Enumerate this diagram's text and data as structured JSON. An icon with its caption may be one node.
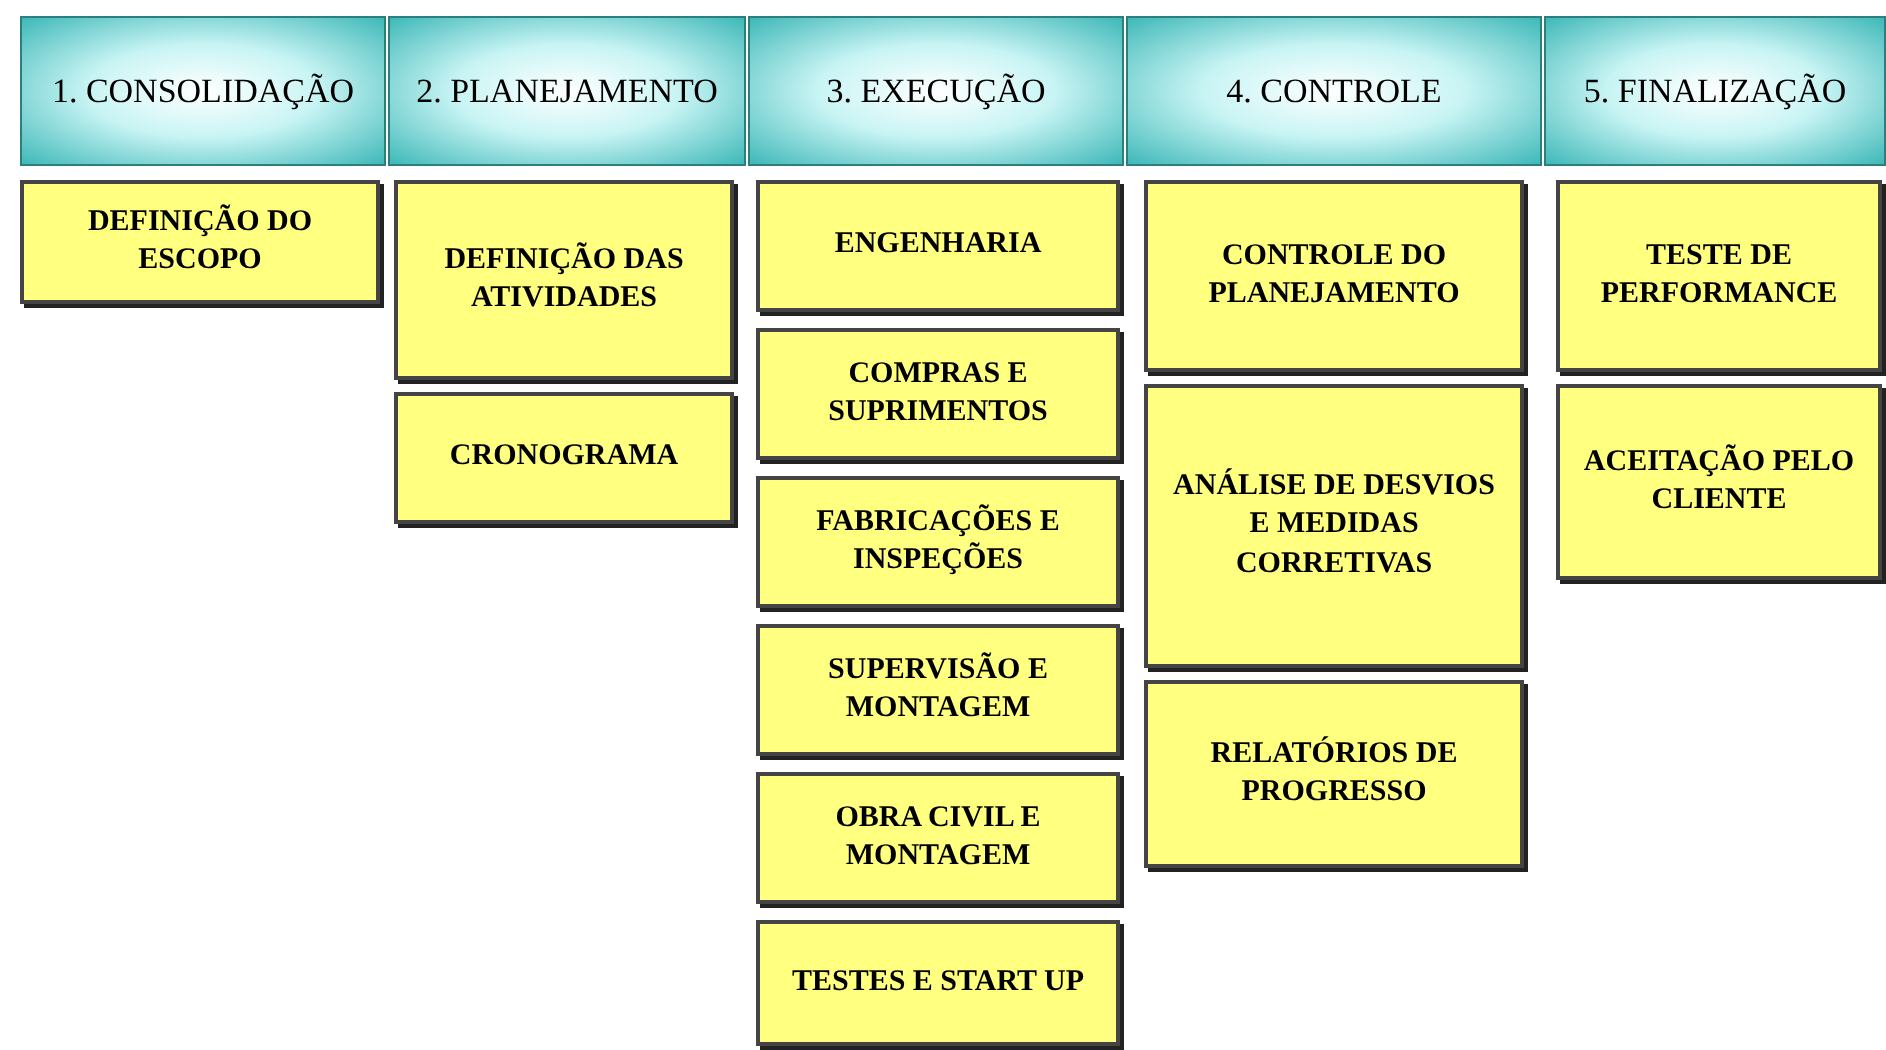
{
  "diagram": {
    "nodes": [
      {
        "text": [
          "1. CONSOLIDAÇÃO"
        ]
      },
      {
        "text": [
          "2. PLANEJAMENTO"
        ]
      },
      {
        "text": [
          "3. EXECUÇÃO"
        ]
      },
      {
        "text": [
          "4. CONTROLE"
        ]
      },
      {
        "text": [
          "5. FINALIZAÇÃO"
        ]
      },
      {
        "text": [
          "DEFINIÇÃO DO ESCOPO"
        ]
      },
      {
        "text": [
          "DEFINIÇÃO DAS ATIVIDADES"
        ]
      },
      {
        "text": [
          "CRONOGRAMA"
        ]
      },
      {
        "text": [
          "ENGENHARIA"
        ]
      },
      {
        "text": [
          "COMPRAS E SUPRIMENTOS"
        ]
      },
      {
        "text": [
          "FABRICAÇÕES E INSPEÇÕES"
        ]
      },
      {
        "text": [
          "SUPERVISÃO E MONTAGEM"
        ]
      },
      {
        "text": [
          "OBRA CIVIL E MONTAGEM"
        ]
      },
      {
        "text": [
          "TESTES E START UP"
        ]
      },
      {
        "text": [
          "CONTROLE DO PLANEJAMENTO"
        ]
      },
      {
        "text": [
          "ANÁLISE DE DESVIOS E MEDIDAS CORRETIVAS"
        ]
      },
      {
        "text": [
          "RELATÓRIOS DE PROGRESSO"
        ]
      },
      {
        "text": [
          "TESTE DE PERFORMANCE"
        ]
      },
      {
        "text": [
          "ACEITAÇÃO PELO CLIENTE"
        ]
      }
    ],
    "edges": []
  }
}
